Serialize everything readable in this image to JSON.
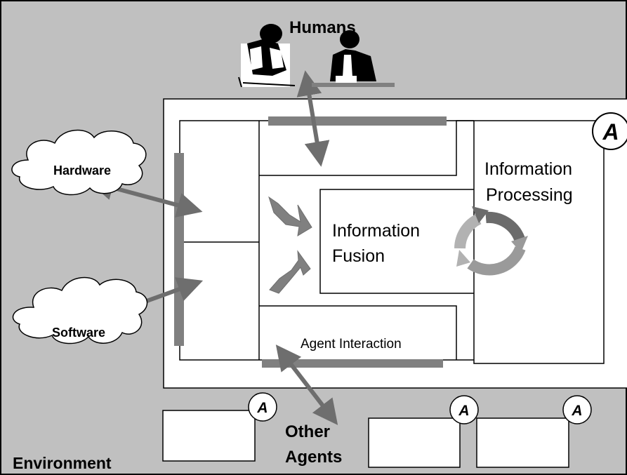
{
  "labels": {
    "humans": "Humans",
    "hardware": "Hardware",
    "software": "Software",
    "information_processing_line1": "Information",
    "information_processing_line2": "Processing",
    "information_fusion_line1": "Information",
    "information_fusion_line2": "Fusion",
    "agent_interaction": "Agent Interaction",
    "other_agents_line1": "Other",
    "other_agents_line2": "Agents",
    "environment": "Environment"
  },
  "agent_badges": {
    "main": "A",
    "other_1": "A",
    "other_2": "A",
    "other_3": "A"
  },
  "colors": {
    "background": "#c0c0c0",
    "box": "#ffffff",
    "bar": "#808080",
    "arrow": "#6e6e6e",
    "cycle_dark": "#6b6b6b",
    "cycle_light": "#a8a8a8"
  }
}
